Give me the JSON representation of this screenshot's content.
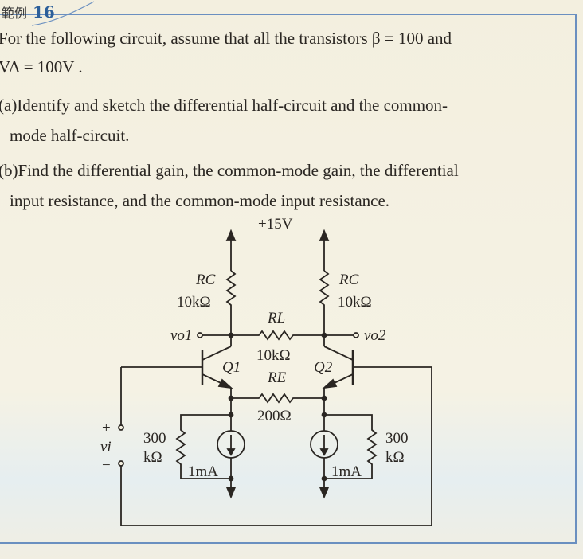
{
  "header": {
    "label_zh": "範例",
    "number": "16"
  },
  "problem": {
    "line1": "For the following circuit, assume that all the transistors  β = 100  and",
    "line2": "VA = 100V .",
    "part_a_1": "(a)Identify and sketch the differential half-circuit and the common-",
    "part_a_2": "mode half-circuit.",
    "part_b_1": "(b)Find the differential gain, the common-mode gain, the differential",
    "part_b_2": "input resistance, and the common-mode input resistance."
  },
  "circuit": {
    "supply": "+15V",
    "rc_left_name": "RC",
    "rc_left_value": "10kΩ",
    "rc_right_name": "RC",
    "rc_right_value": "10kΩ",
    "rl_name": "RL",
    "rl_value": "10kΩ",
    "re_name": "RE",
    "re_value": "200Ω",
    "vo1": "vo1",
    "vo2": "vo2",
    "q1": "Q1",
    "q2": "Q2",
    "r_left_value_1": "300",
    "r_left_value_2": "kΩ",
    "r_right_value_1": "300",
    "r_right_value_2": "kΩ",
    "is_left": "1mA",
    "is_right": "1mA",
    "vi": "vi",
    "plus": "+",
    "minus": "−"
  }
}
